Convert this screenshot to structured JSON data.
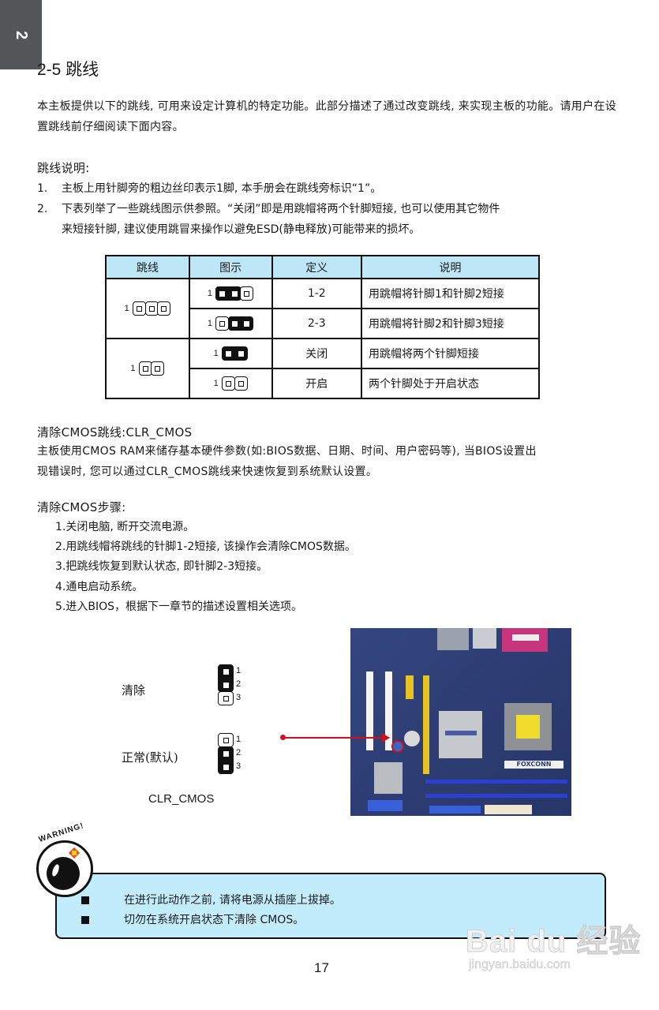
{
  "section": {
    "title": "2-5 跳线",
    "side_tab": "2",
    "intro": "本主板提供以下的跳线, 可用来设定计算机的特定功能。此部分描述了通过改变跳线, 来实现主板的功能。请用户在设置跳线前仔细阅读下面内容。"
  },
  "notes": {
    "heading": "跳线说明:",
    "items": [
      {
        "num": "1.",
        "text": "主板上用针脚旁的粗边丝印表示1脚, 本手册会在跳线旁标识“1”。"
      },
      {
        "num": "2.",
        "text": "下表列举了一些跳线图示供参照。“关闭”即是用跳帽将两个针脚短接, 也可以使用其它物件",
        "text2": "来短接针脚, 建议使用跳冒来操作以避免ESD(静电释放)可能带来的损坏。"
      }
    ]
  },
  "jumper_table": {
    "header_bg": "#bde6f7",
    "columns": [
      "跳线",
      "图示",
      "定义",
      "说明"
    ],
    "rows": [
      {
        "jumper": "1",
        "diagram_label": "1",
        "definition": "1-2",
        "description": "用跳帽将针脚1和针脚2短接"
      },
      {
        "jumper": "1",
        "diagram_label": "1",
        "definition": "2-3",
        "description": "用跳帽将针脚2和针脚3短接"
      },
      {
        "jumper": "1",
        "diagram_label": "1",
        "definition": "关闭",
        "description": "用跳帽将两个针脚短接"
      },
      {
        "jumper": "1",
        "diagram_label": "1",
        "definition": "开启",
        "description": "两个针脚处于开启状态"
      }
    ]
  },
  "cmos": {
    "heading": "清除CMOS跳线:CLR_CMOS",
    "desc_line1": "主板使用CMOS RAM来储存基本硬件参数(如:BIOS数据、日期、时间、用户密码等), 当BIOS设置出",
    "desc_line2": "现错误时, 您可以通过CLR_CMOS跳线来快速恢复到系统默认设置。"
  },
  "steps": {
    "heading": "清除CMOS步骤:",
    "items": [
      "1.关闭电脑, 断开交流电源。",
      "2.用跳线帽将跳线的针脚1-2短接, 该操作会清除CMOS数据。",
      "3.把跳线恢复到默认状态, 即针脚2-3短接。",
      "4.通电启动系统。",
      "5.进入BIOS，根据下一章节的描述设置相关选项。"
    ]
  },
  "diagram": {
    "clear_label": "清除",
    "normal_label": "正常(默认)",
    "jumper_name": "CLR_CMOS",
    "pin_numbers": [
      "1",
      "2",
      "3"
    ],
    "arrow_color": "#d0101a",
    "board_brand": "FOXCONN"
  },
  "warning": {
    "badge": "WARNING!",
    "box_bg": "#c2ecfb",
    "items": [
      "在进行此动作之前, 请将电源从插座上拔掉。",
      "切勿在系统开启状态下清除 CMOS。"
    ]
  },
  "page_number": "17",
  "watermark": {
    "main": "Bai du 经验",
    "sub": "jingyan.baidu.com"
  }
}
